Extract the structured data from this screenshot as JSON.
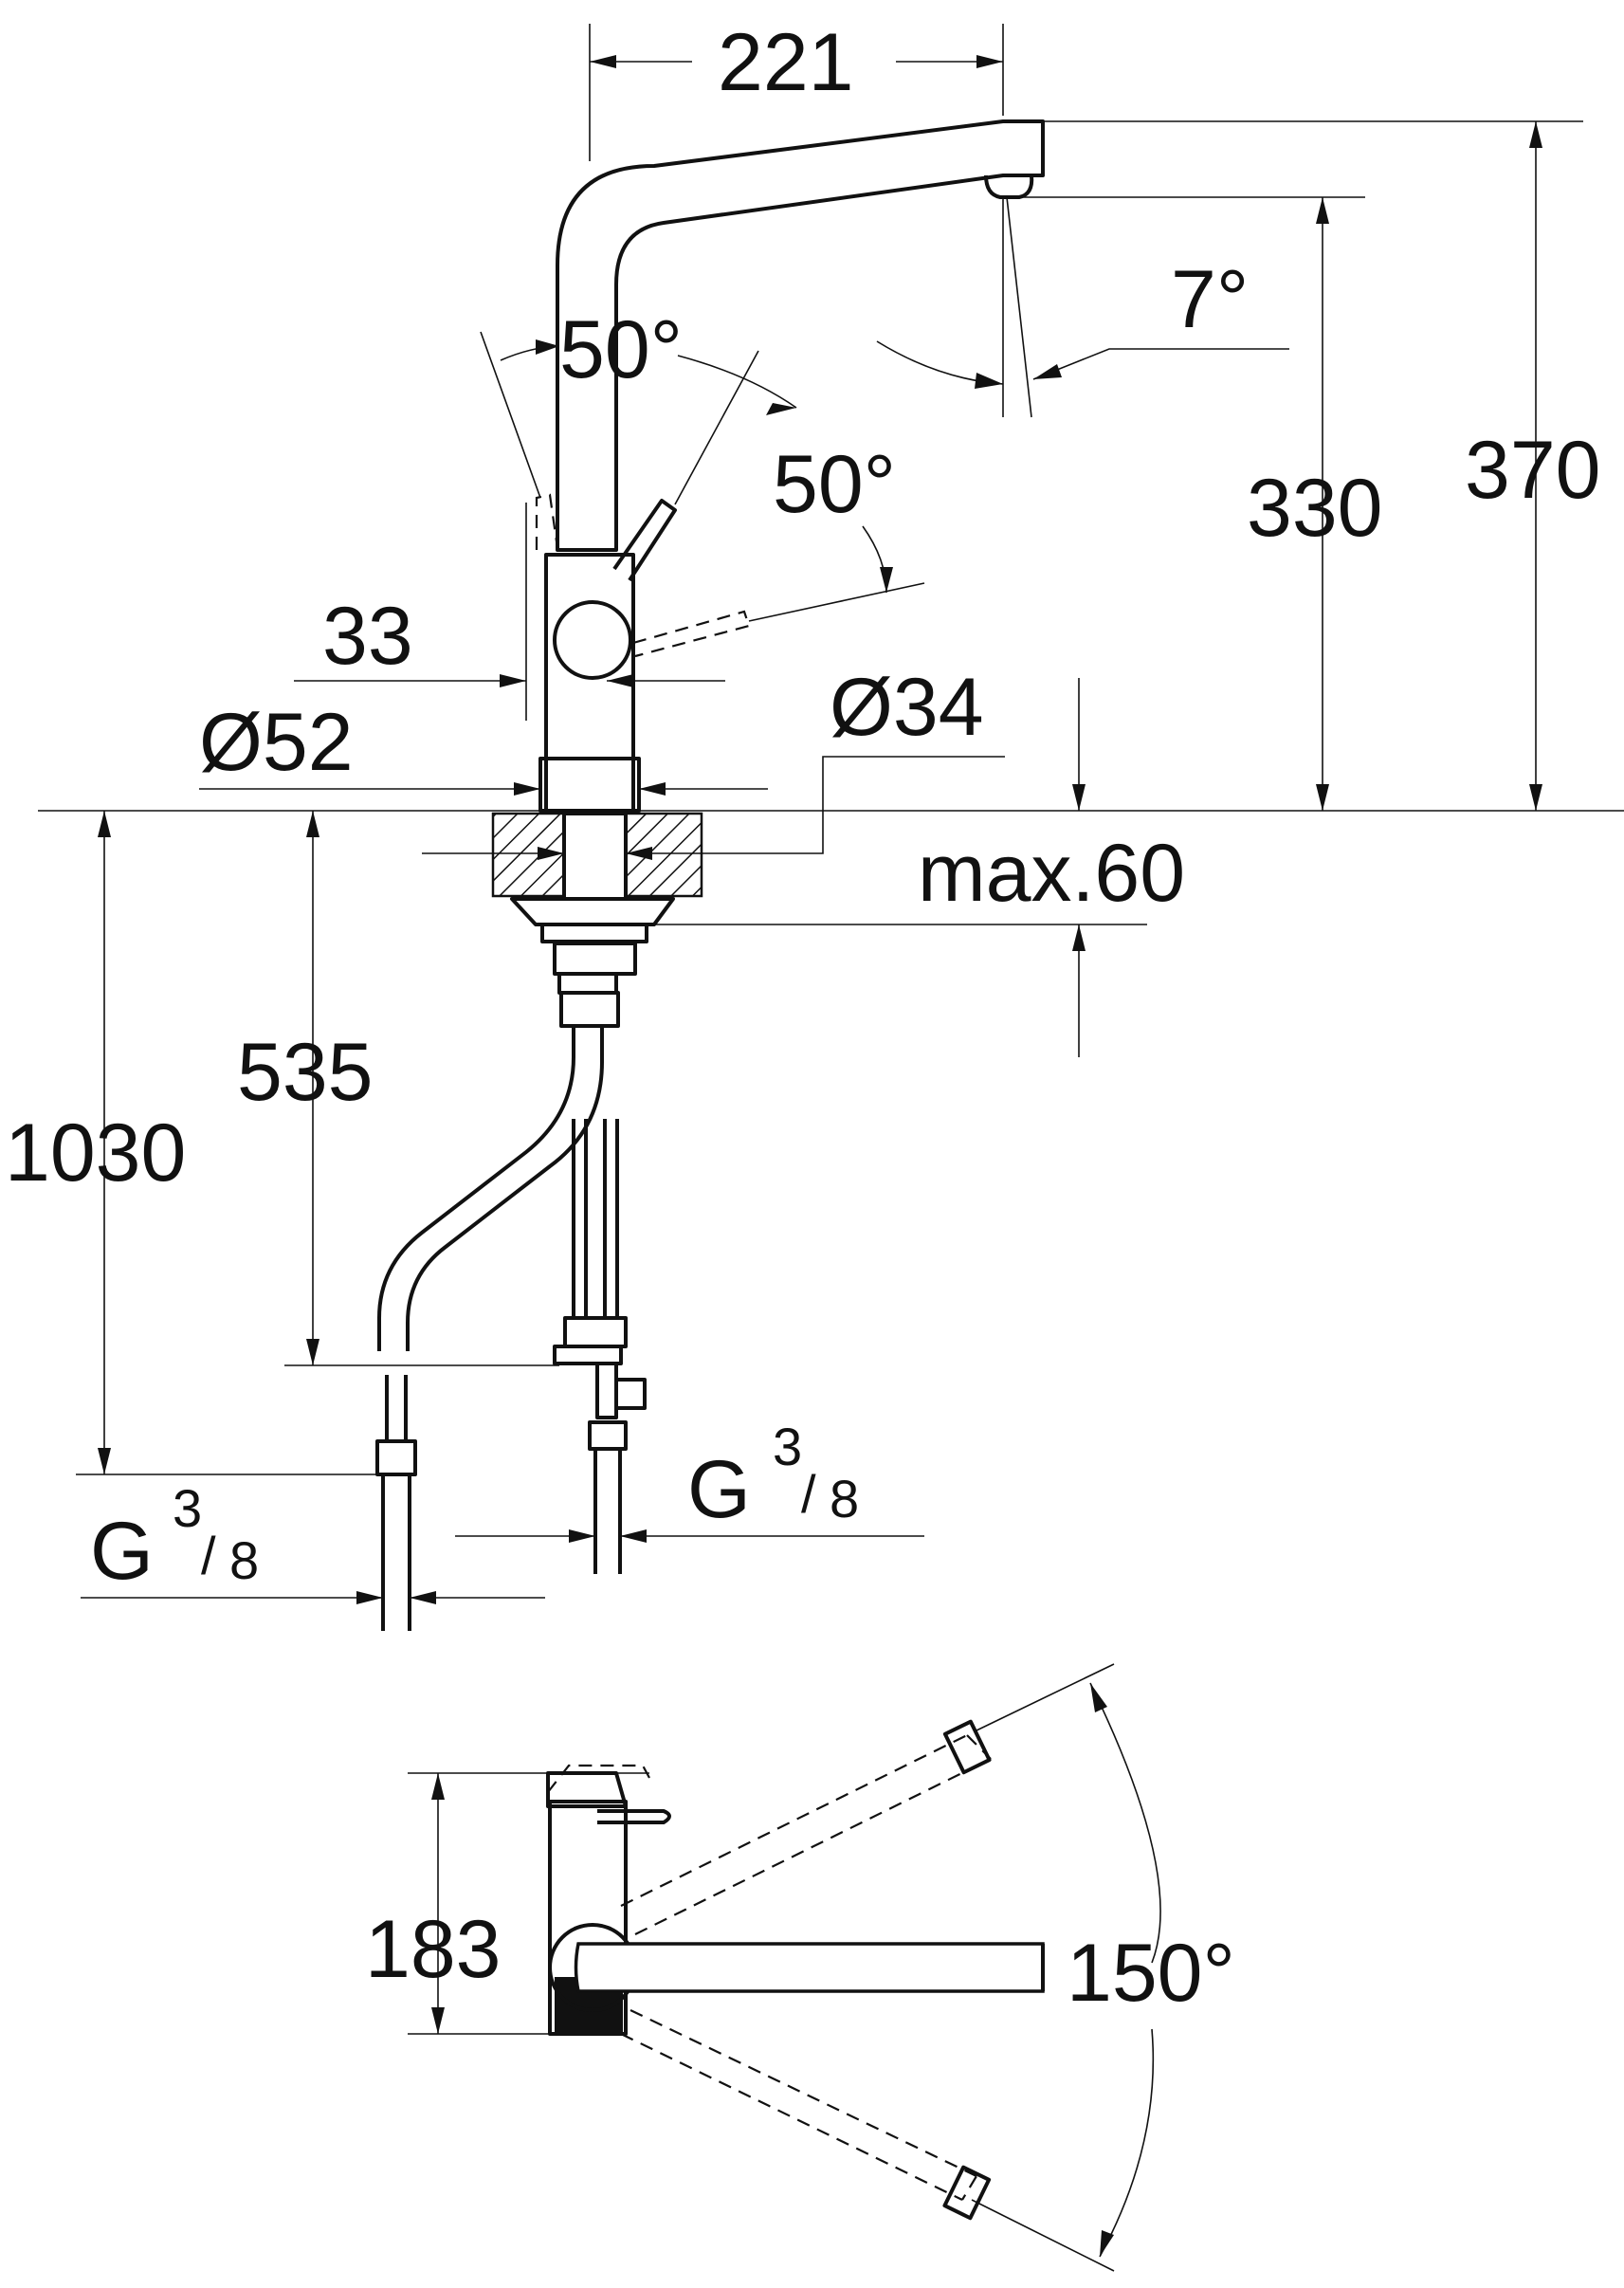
{
  "dimensions": {
    "spout_reach": "221",
    "total_height": "370",
    "spout_height": "330",
    "spout_angle": "7°",
    "lever_angle_forward": "50°",
    "lever_angle_back": "50°",
    "lever_width": "33",
    "base_diameter": "Ø52",
    "hole_diameter": "Ø34",
    "max_deck_thickness": "max.60",
    "hose_length": "1030",
    "spray_hose_length": "535",
    "swivel_angle": "150°",
    "depth": "183"
  },
  "connections": {
    "left": {
      "thread": "G",
      "num": "3",
      "den": "8"
    },
    "right": {
      "thread": "G",
      "num": "3",
      "den": "8"
    }
  }
}
